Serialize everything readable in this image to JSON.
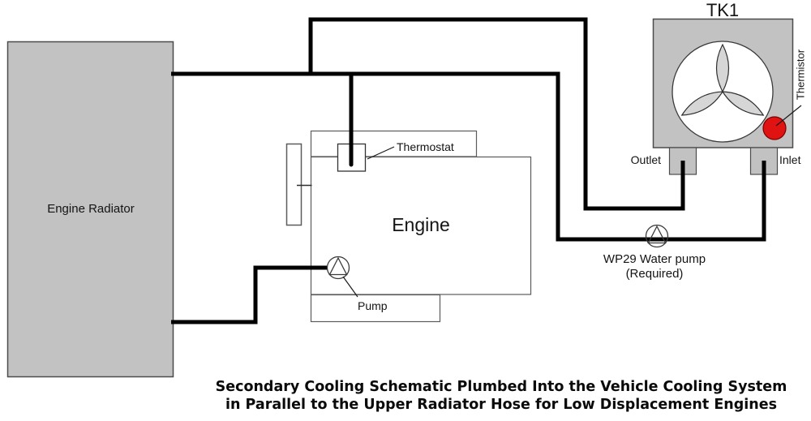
{
  "diagram": {
    "caption": {
      "line1": "Secondary Cooling Schematic Plumbed Into the Vehicle Cooling System",
      "line2": "in Parallel to the Upper Radiator Hose for Low Displacement Engines"
    },
    "radiator": {
      "label": "Engine Radiator"
    },
    "engine": {
      "label": "Engine",
      "thermostat_label": "Thermostat",
      "pump_label": "Pump"
    },
    "tk1": {
      "title": "TK1",
      "thermistor_label": "Thermistor",
      "outlet_label": "Outlet",
      "inlet_label": "Inlet"
    },
    "wp29_pump": {
      "name": "WP29 Water pump",
      "requirement": "(Required)"
    },
    "colors": {
      "box_gray": "#c2c2c2",
      "fan_petal_gray": "#d6d6d6",
      "thermistor_red": "#e11212",
      "pipe_black": "#000000",
      "outline_gray": "#4c4c4c"
    }
  }
}
